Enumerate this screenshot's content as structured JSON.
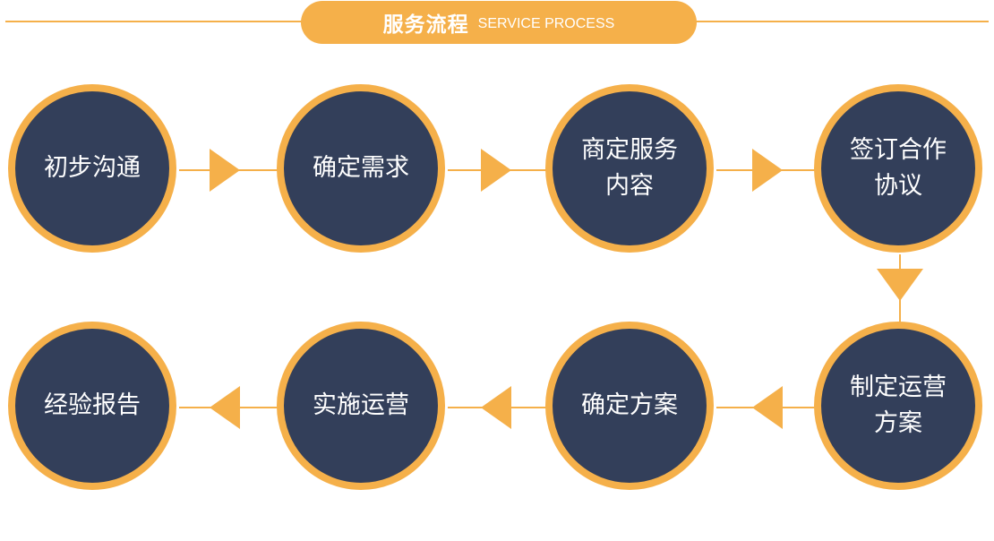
{
  "header": {
    "title": "服务流程",
    "subtitle": "SERVICE PROCESS"
  },
  "steps": [
    {
      "label": "初步沟通"
    },
    {
      "label": "确定需求"
    },
    {
      "label": "商定服务内容"
    },
    {
      "label": "签订合作协议"
    },
    {
      "label": "制定运营方案"
    },
    {
      "label": "确定方案"
    },
    {
      "label": "实施运营"
    },
    {
      "label": "经验报告"
    }
  ],
  "colors": {
    "accent": "#f5b04a",
    "circle_fill": "#333f5a",
    "text": "#ffffff"
  }
}
